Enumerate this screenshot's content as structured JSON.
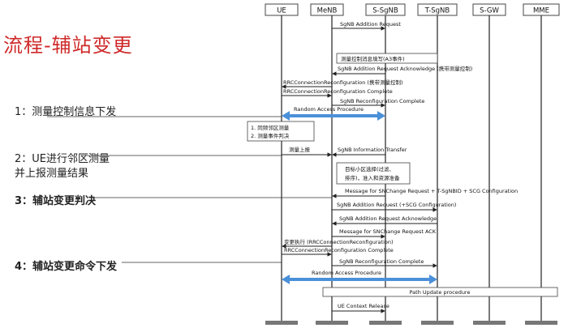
{
  "title": "流程-辅站变更",
  "steps": [
    {
      "text": "1：测量控制信息下发"
    },
    {
      "text": "2：UE进行邻区测量"
    },
    {
      "text": "并上报测量结果"
    },
    {
      "text": "3：辅站变更判决"
    },
    {
      "text": "4：辅站变更命令下发"
    }
  ],
  "entities": [
    "UE",
    "MeNB",
    "S-SgNB",
    "T-SgNB",
    "S-GW",
    "MME"
  ],
  "messages": [
    {
      "label": "SgNB Addition Request"
    },
    {
      "label": "测量控制消息填写(A3事件)"
    },
    {
      "label": "SgNB Addition Request Acknowledge (携带测量控制)"
    },
    {
      "label": "RRCConnectionReconfiguration (携带测量控制)"
    },
    {
      "label": "RRCConnectionReconfiguration Complete"
    },
    {
      "label": "SgNB Reconfiguration Complete"
    },
    {
      "label": "Random Access Procedure"
    },
    {
      "label": "1. 同频邻区测量"
    },
    {
      "label": "2. 测量事件判决"
    },
    {
      "label": "测量上报"
    },
    {
      "label": "SgNB Information Transfer"
    },
    {
      "label": "目标小区选择(过滤、"
    },
    {
      "label": "排序)，准入和资源准备"
    },
    {
      "label": "Message for SNChange Request + T-SgNBID + SCG Configuration"
    },
    {
      "label": "SgNB Addition Request (+SCG Configuration)"
    },
    {
      "label": "SgNB Addition Request Acknowledge"
    },
    {
      "label": "Message for SNChange Request ACK"
    },
    {
      "label": "变更执行 (RRCConnectionReconfiguration)"
    },
    {
      "label": "RRCConnectionReconfiguration Complete"
    },
    {
      "label": "SgNB Reconfiguration Complete"
    },
    {
      "label": "Random Access Procedure"
    },
    {
      "label": "Path Update procedure"
    },
    {
      "label": "UE Context Release"
    }
  ]
}
